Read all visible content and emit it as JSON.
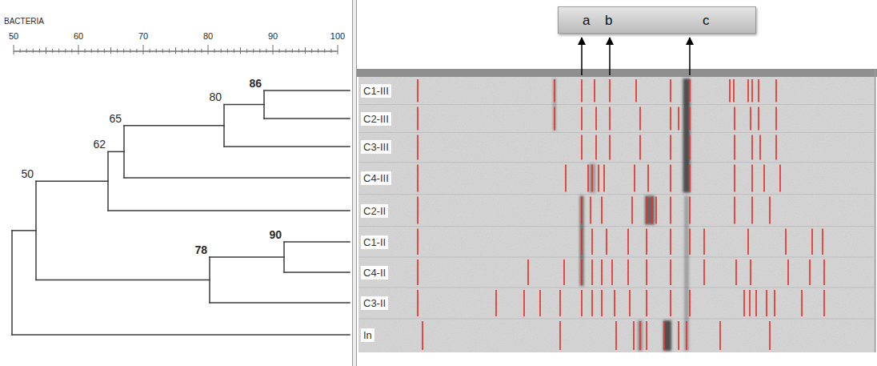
{
  "diagram": {
    "nodes": [
      {
        "text": [
          "a",
          "b",
          "c"
        ]
      }
    ],
    "labels": [
      "BACTERIA",
      "50",
      "60",
      "70",
      "80",
      "90",
      "100",
      "86",
      "80",
      "65",
      "62",
      "50",
      "90",
      "78",
      "C1-III",
      "C2-III",
      "C3-III",
      "C4-III",
      "C2-II",
      "C1-II",
      "C4-II",
      "C3-II",
      "In"
    ]
  }
}
